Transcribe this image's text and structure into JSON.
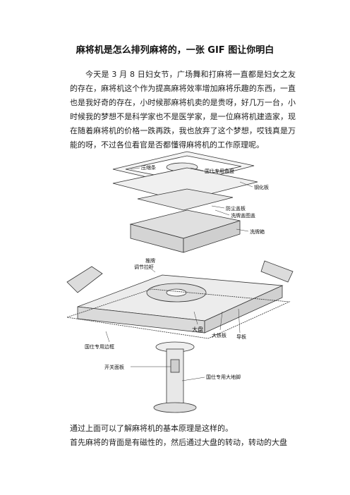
{
  "document": {
    "title": "麻将机是怎么排列麻将的，一张 GIF 图让你明白",
    "intro": "今天是 3 月 8 日妇女节，广场舞和打麻将一直都是妇女之友的存在，麻将机这个作为提高麻将效率增加麻将乐趣的东西，一直也是我好奇的存在，小时候那麻将机卖的是贵呀，好几万一台，小时候我的梦想不是科学家也不是医学家，是一位麻将机建造家，现在随着麻将机的价格一跌再跌，我也放弃了这个梦想，哎钱真是万能的呀，不过各位看官是否都懂得麻将机的工作原理呢。",
    "caption_line": "通过上面可以了解麻将机的基本原理是这样的。",
    "next_line": "首先麻将的背面是有磁性的，然后通过大盘的转动，转动的大盘"
  },
  "figure": {
    "labels": {
      "frame_strip": "压缩条",
      "center_plate": "国仕专用色盘",
      "steel_plate": "钢化板",
      "dust_cover": "防尘盖板",
      "wash_cover": "洗牌盖图盖",
      "wash_box": "洗牌箱",
      "push_tile": "推牌",
      "adjust_rod": "调节拉杆",
      "big_disc": "大盘",
      "big_iron": "大铁板",
      "guide_plate": "导板",
      "edge_frame": "国仕专用边框",
      "switch_panel": "开关面板",
      "leg": "国仕专用大地脚"
    }
  }
}
